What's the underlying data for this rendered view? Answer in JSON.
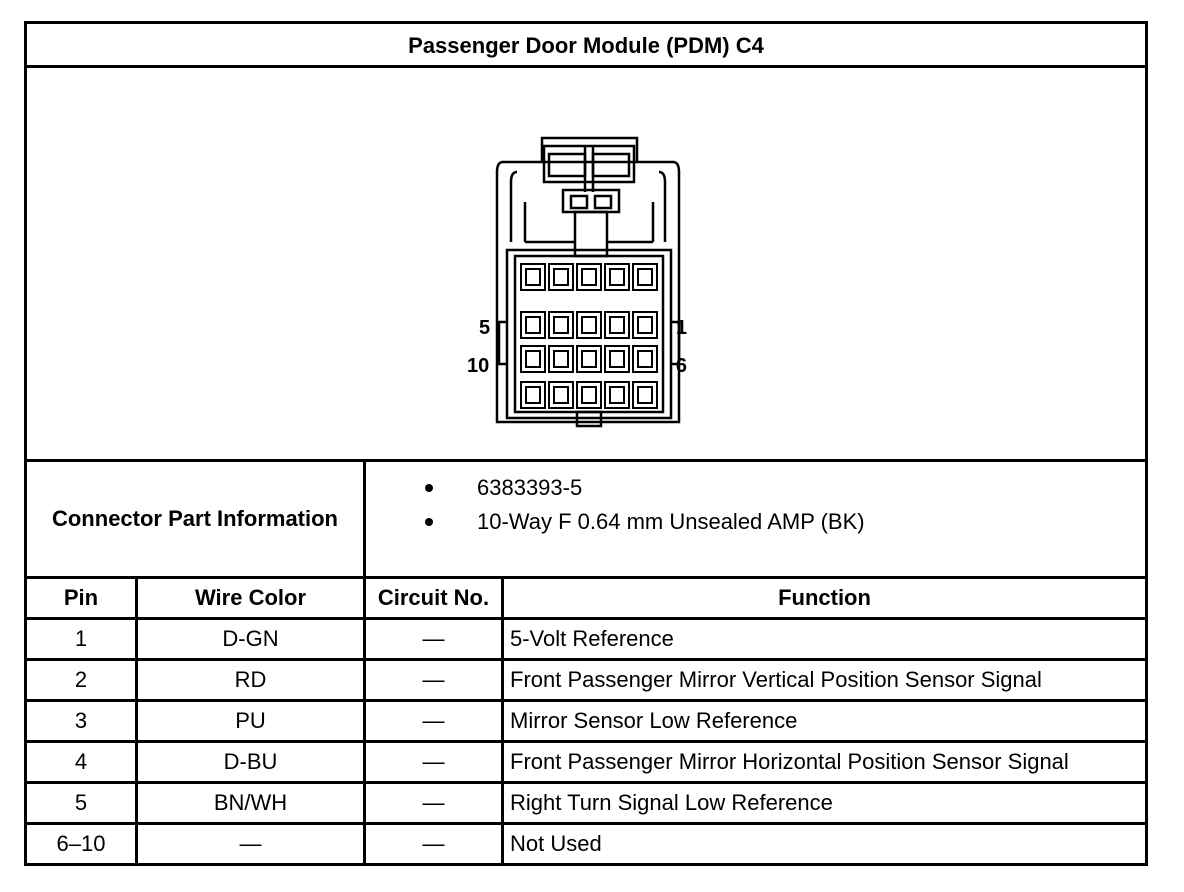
{
  "title": "Passenger Door Module (PDM) C4",
  "connector": {
    "label_5": "5",
    "label_1": "1",
    "label_10": "10",
    "label_6": "6"
  },
  "part_info": {
    "label": "Connector Part Information",
    "items": [
      "6383393-5",
      "10-Way F 0.64 mm Unsealed AMP (BK)"
    ]
  },
  "table": {
    "headers": [
      "Pin",
      "Wire Color",
      "Circuit No.",
      "Function"
    ],
    "rows": [
      {
        "pin": "1",
        "wire": "D-GN",
        "circuit": "—",
        "function": "5-Volt Reference"
      },
      {
        "pin": "2",
        "wire": "RD",
        "circuit": "—",
        "function": "Front Passenger Mirror Vertical Position Sensor Signal"
      },
      {
        "pin": "3",
        "wire": "PU",
        "circuit": "—",
        "function": "Mirror Sensor Low Reference"
      },
      {
        "pin": "4",
        "wire": "D-BU",
        "circuit": "—",
        "function": "Front Passenger Mirror Horizontal Position Sensor Signal"
      },
      {
        "pin": "5",
        "wire": "BN/WH",
        "circuit": "—",
        "function": "Right Turn Signal Low Reference"
      },
      {
        "pin": "6–10",
        "wire": "—",
        "circuit": "—",
        "function": "Not Used"
      }
    ]
  }
}
